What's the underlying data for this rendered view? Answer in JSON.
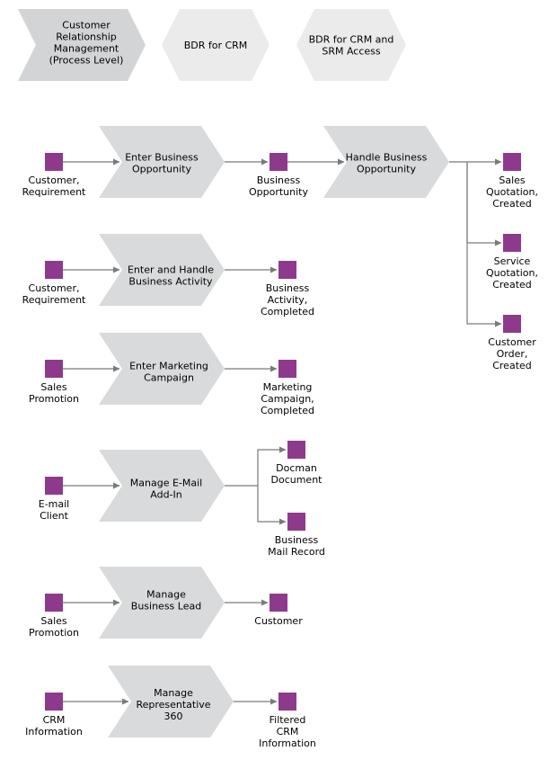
{
  "header": {
    "items": [
      {
        "lines": [
          "Customer",
          "Relationship",
          "Management",
          "(Process Level)"
        ],
        "style": "dark"
      },
      {
        "lines": [
          "BDR for CRM"
        ],
        "style": "light"
      },
      {
        "lines": [
          "BDR for CRM and",
          "SRM Access"
        ],
        "style": "light"
      }
    ]
  },
  "processes": [
    {
      "inputs": [
        {
          "lines": [
            "Customer,",
            "Requirement"
          ]
        }
      ],
      "function": {
        "lines": [
          "Enter Business",
          "Opportunity"
        ]
      },
      "outputs": [
        {
          "lines": [
            "Business",
            "Opportunity"
          ]
        }
      ]
    },
    {
      "function": {
        "lines": [
          "Handle Business",
          "Opportunity"
        ]
      },
      "outputs": [
        {
          "lines": [
            "Sales",
            "Quotation,",
            "Created"
          ]
        },
        {
          "lines": [
            "Service",
            "Quotation,",
            "Created"
          ]
        },
        {
          "lines": [
            "Customer",
            "Order,",
            "Created"
          ]
        }
      ]
    },
    {
      "inputs": [
        {
          "lines": [
            "Customer,",
            "Requirement"
          ]
        }
      ],
      "function": {
        "lines": [
          "Enter and Handle",
          "Business Activity"
        ]
      },
      "outputs": [
        {
          "lines": [
            "Business",
            "Activity,",
            "Completed"
          ]
        }
      ]
    },
    {
      "inputs": [
        {
          "lines": [
            "Sales",
            "Promotion"
          ]
        }
      ],
      "function": {
        "lines": [
          "Enter Marketing",
          "Campaign"
        ]
      },
      "outputs": [
        {
          "lines": [
            "Marketing",
            "Campaign,",
            "Completed"
          ]
        }
      ]
    },
    {
      "inputs": [
        {
          "lines": [
            "E-mail",
            "Client"
          ]
        }
      ],
      "function": {
        "lines": [
          "Manage E-Mail",
          "Add-In"
        ]
      },
      "outputs": [
        {
          "lines": [
            "Docman",
            "Document"
          ]
        },
        {
          "lines": [
            "Business",
            "Mail Record"
          ]
        }
      ]
    },
    {
      "inputs": [
        {
          "lines": [
            "Sales",
            "Promotion"
          ]
        }
      ],
      "function": {
        "lines": [
          "Manage",
          "Business Lead"
        ]
      },
      "outputs": [
        {
          "lines": [
            "Customer"
          ]
        }
      ]
    },
    {
      "inputs": [
        {
          "lines": [
            "CRM",
            "Information"
          ]
        }
      ],
      "function": {
        "lines": [
          "Manage",
          "Representative",
          "360"
        ]
      },
      "outputs": [
        {
          "lines": [
            "Filtered",
            "CRM",
            "Information"
          ]
        }
      ]
    }
  ],
  "colors": {
    "event": "#8e3a8c",
    "process_fill": "#d9dadb",
    "header_dark_fill": "#d3d4d5",
    "header_light_fill": "#ebebeb",
    "connector": "#7a7a7a"
  }
}
